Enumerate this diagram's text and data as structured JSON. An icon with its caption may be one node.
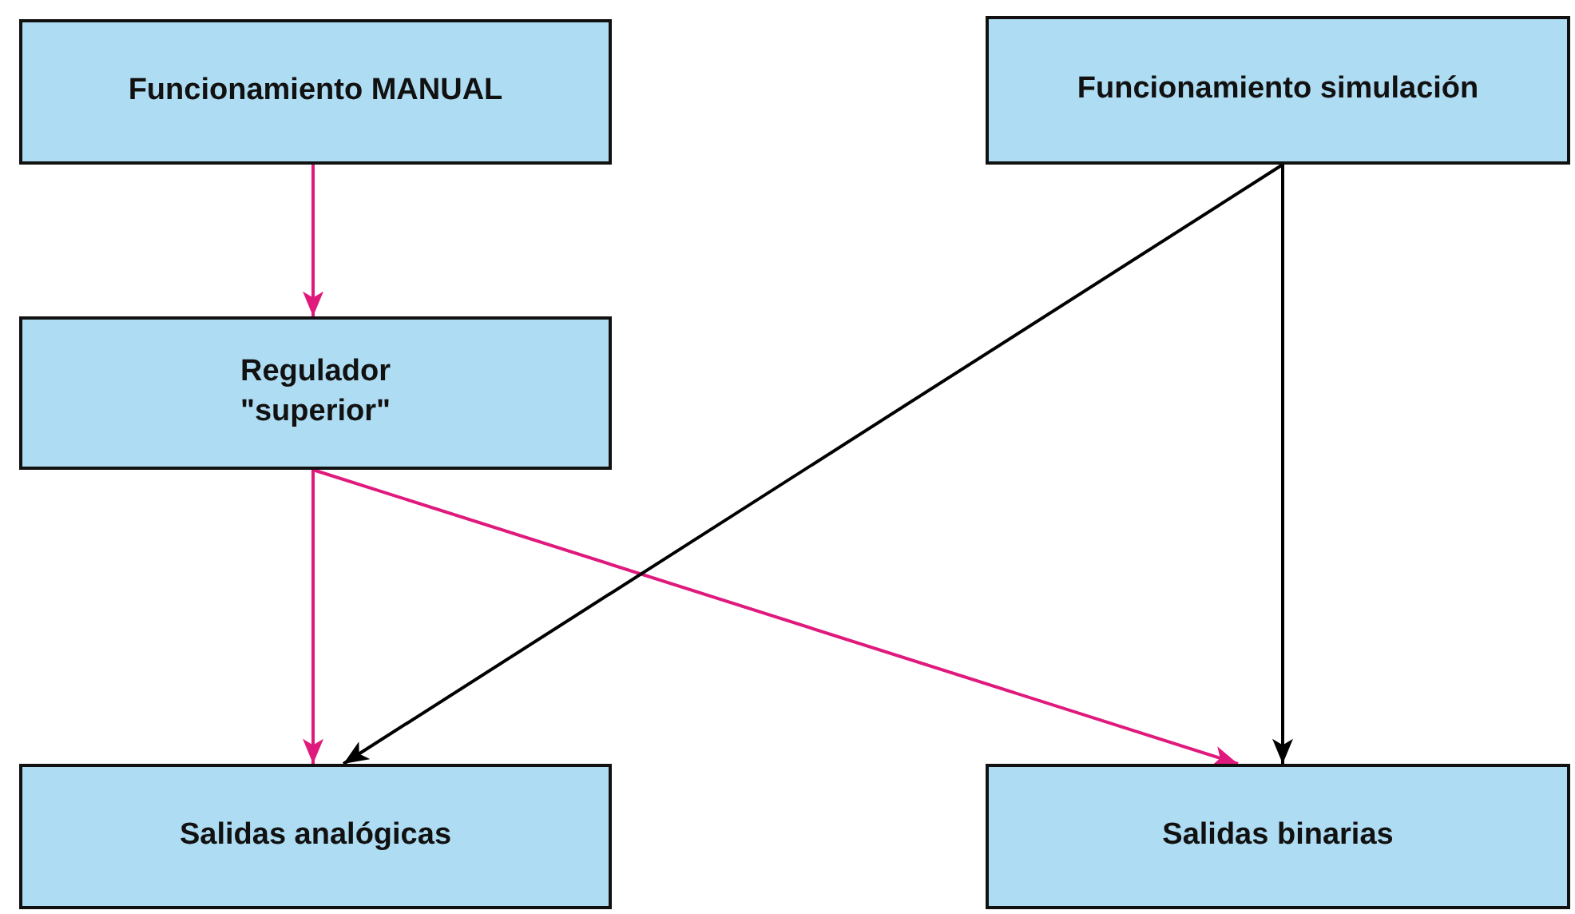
{
  "diagram": {
    "nodes": [
      {
        "text": [
          "Funcionamiento MANUAL"
        ]
      },
      {
        "text": [
          "Funcionamiento simulación"
        ]
      },
      {
        "text": [
          "Regulador \"superior\""
        ]
      },
      {
        "text": [
          "Salidas analógicas"
        ]
      },
      {
        "text": [
          "Salidas binarias"
        ]
      }
    ],
    "edges": [
      {
        "from": 0,
        "to": 2,
        "arrow": "to"
      },
      {
        "from": 2,
        "to": 3,
        "arrow": "to"
      },
      {
        "from": 2,
        "to": 4,
        "arrow": "to"
      },
      {
        "from": 1,
        "to": 3,
        "arrow": "to",
        "color": "#000000"
      },
      {
        "from": 1,
        "to": 4,
        "arrow": "to",
        "color": "#000000"
      }
    ]
  }
}
